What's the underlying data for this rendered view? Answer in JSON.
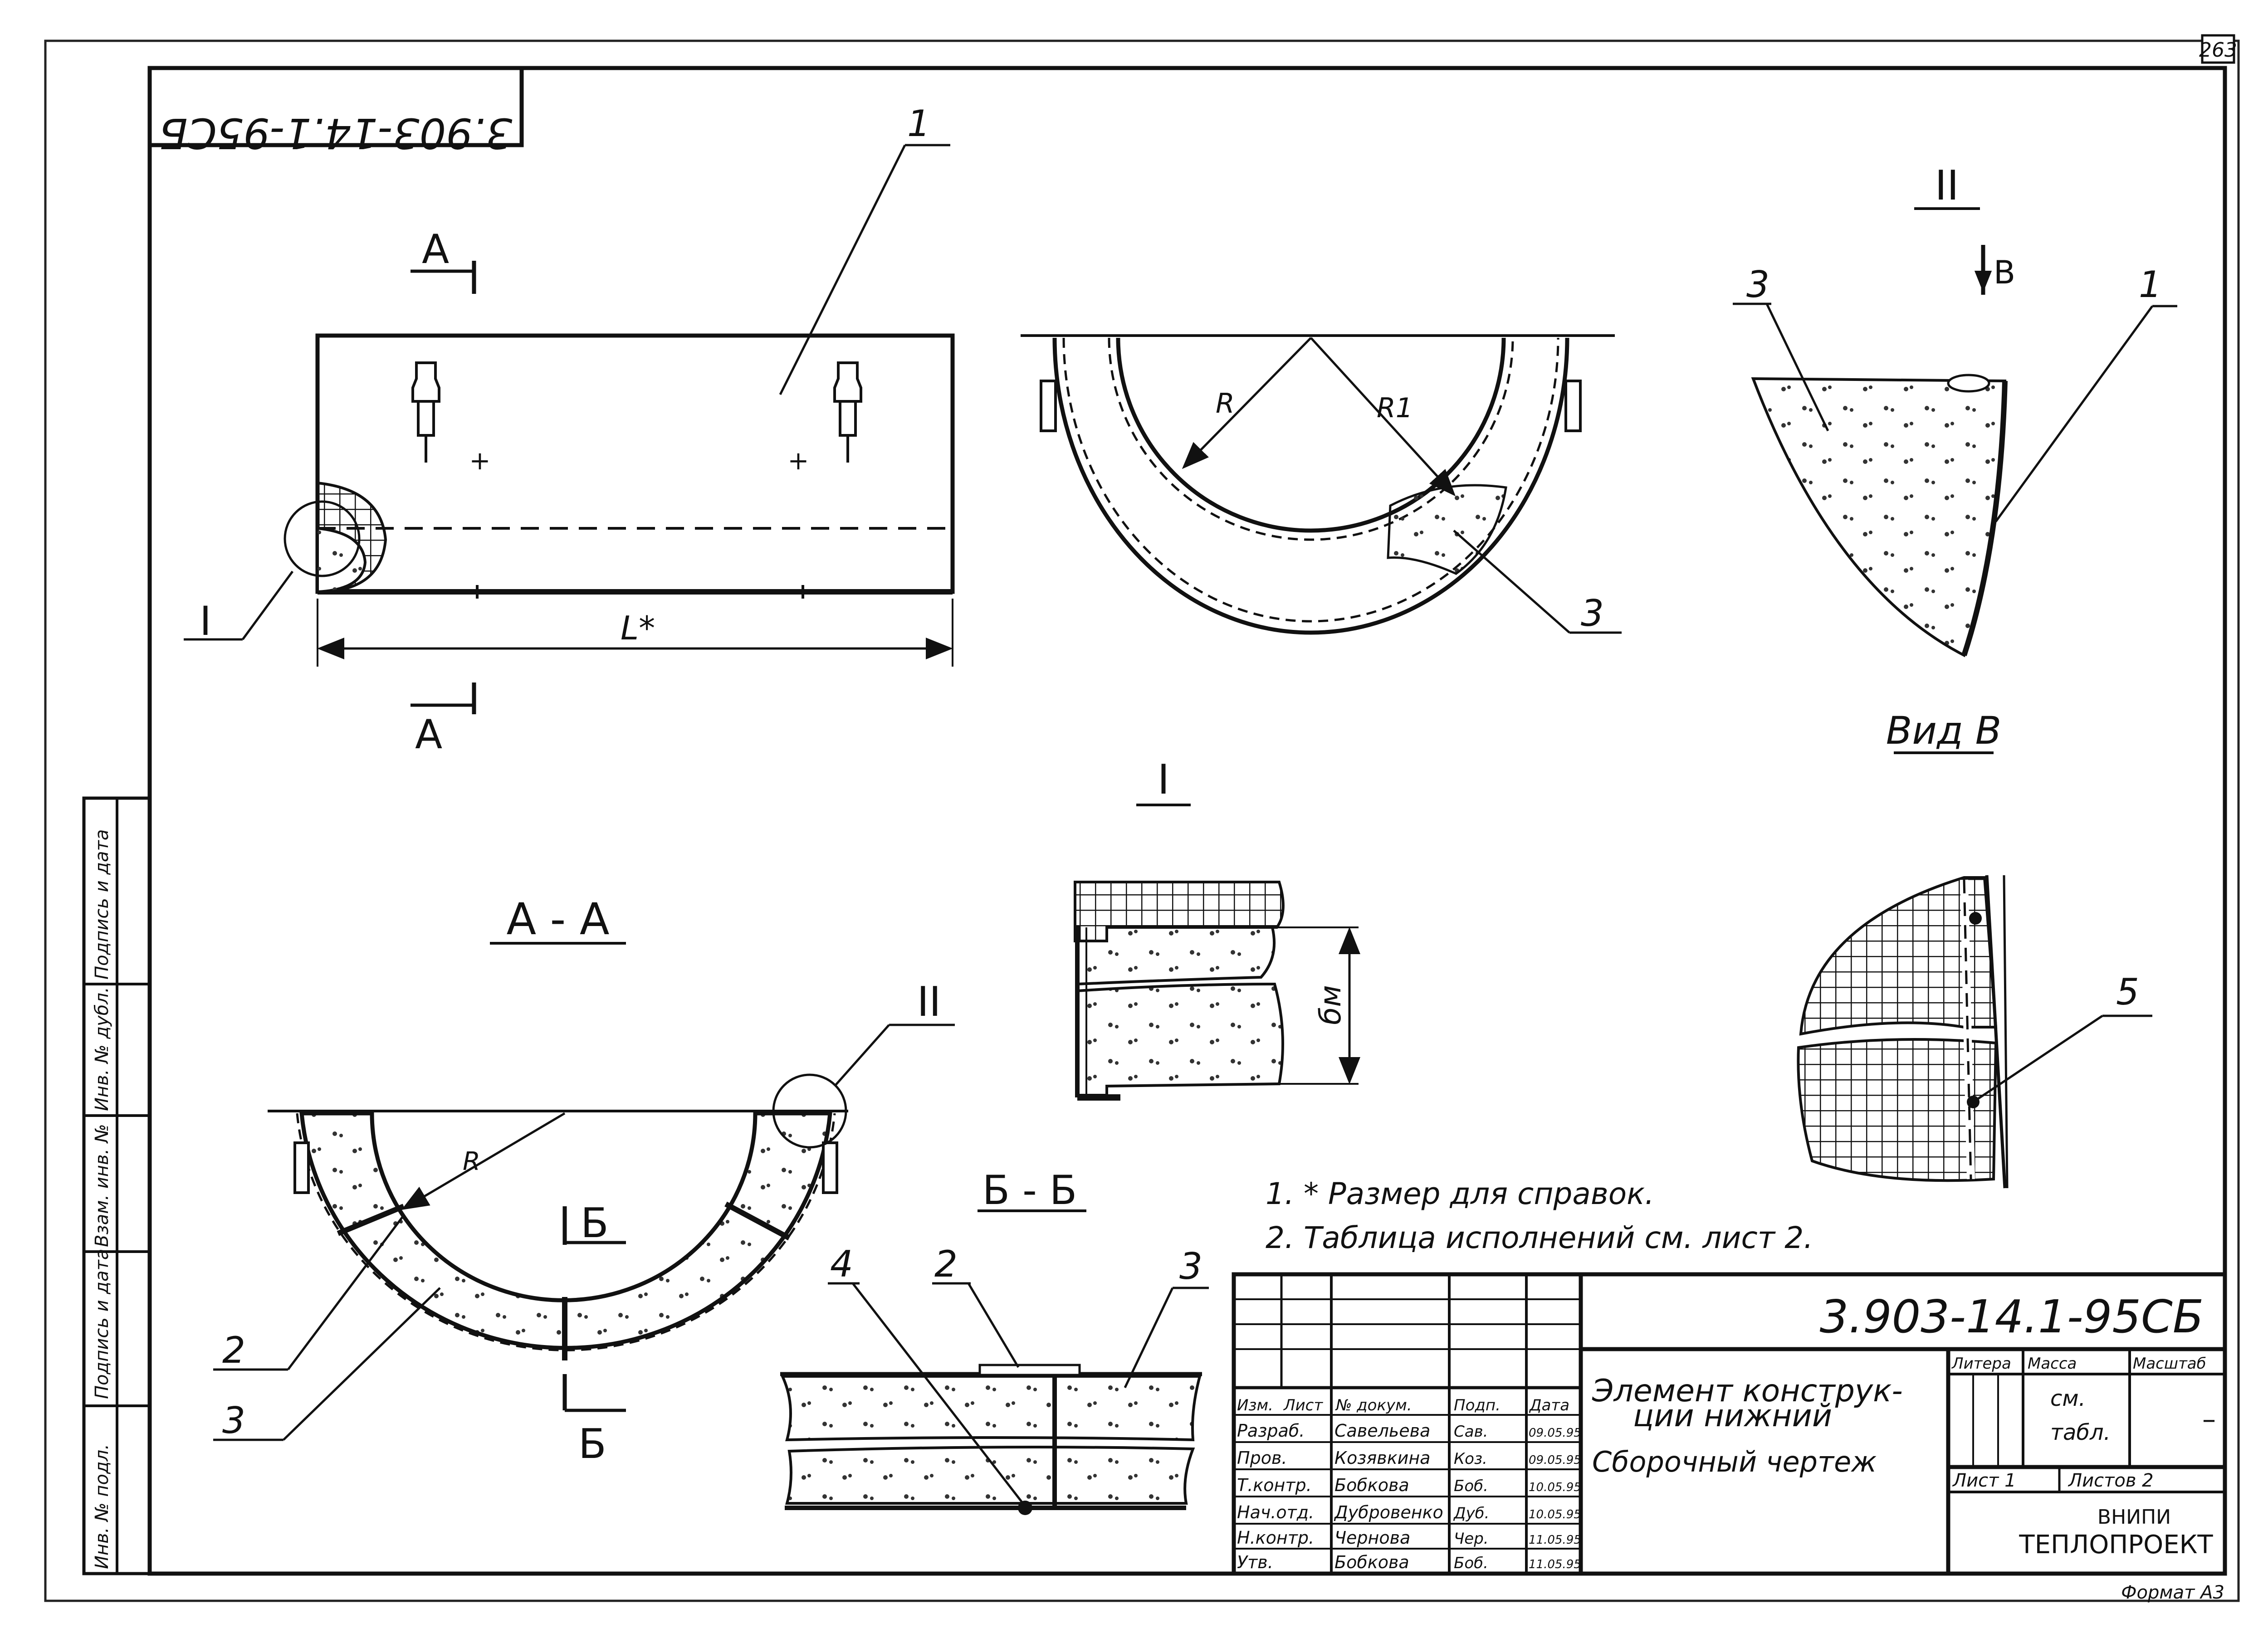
{
  "sheet": {
    "page_number": "263",
    "format_label": "Формат А3",
    "mirrored_code": "3.903-14.1-95СБ"
  },
  "views": {
    "main": {
      "section_letter": "А",
      "dimension_label": "L*",
      "callout_1": "1",
      "callout_detail": "I"
    },
    "end": {
      "radius_inner": "R",
      "radius_outer": "R1",
      "callout_3": "3"
    },
    "detail_2": {
      "title": "II",
      "view_arrow": "В",
      "callout_3": "3",
      "callout_1": "1"
    },
    "view_b": {
      "title": "Вид В",
      "callout_5": "5"
    },
    "detail_1": {
      "title": "I",
      "dimension_label": "бм"
    },
    "section_aa": {
      "title": "А - А",
      "radius": "R",
      "detail_ref": "II",
      "cut_letter": "Б",
      "callout_2": "2",
      "callout_3": "3"
    },
    "section_bb": {
      "title": "Б - Б",
      "callout_4": "4",
      "callout_2": "2",
      "callout_3": "3"
    }
  },
  "notes": [
    "1. * Размер для справок.",
    "2. Таблица исполнений см. лист 2."
  ],
  "side_stamp": {
    "fields": [
      "Инв. № подл.",
      "Подпись и дата",
      "Взам. инв. №",
      "Инв. № дубл.",
      "Подпись и дата"
    ]
  },
  "title_block": {
    "doc_code": "3.903-14.1-95СБ",
    "headers": {
      "izm": "Изм.",
      "list": "Лист",
      "doc": "№ докум.",
      "sign": "Подп.",
      "date": "Дата"
    },
    "rows": [
      {
        "role": "Разраб.",
        "name": "Савельева",
        "sign": "Сав.",
        "date": "09.05.95"
      },
      {
        "role": "Пров.",
        "name": "Козявкина",
        "sign": "Коз.",
        "date": "09.05.95"
      },
      {
        "role": "Т.контр.",
        "name": "Бобкова",
        "sign": "Боб.",
        "date": "10.05.95"
      },
      {
        "role": "Нач.отд.",
        "name": "Дубровенко",
        "sign": "Дуб.",
        "date": "10.05.95"
      },
      {
        "role": "Н.контр.",
        "name": "Чернова",
        "sign": "Чер.",
        "date": "11.05.95"
      },
      {
        "role": "Утв.",
        "name": "Бобкова",
        "sign": "Боб.",
        "date": "11.05.95"
      }
    ],
    "name_line1": "Элемент конструк-",
    "name_line2": "ции нижний",
    "name_line3": "Сборочный чертеж",
    "litera_label": "Литера",
    "mass_label": "Масса",
    "scale_label": "Масштаб",
    "mass_value_line1": "см.",
    "mass_value_line2": "табл.",
    "scale_value": "–",
    "sheet_label": "Лист 1",
    "sheets_label": "Листов 2",
    "org_line1": "ВНИПИ",
    "org_line2": "ТЕПЛОПРОЕКТ"
  }
}
